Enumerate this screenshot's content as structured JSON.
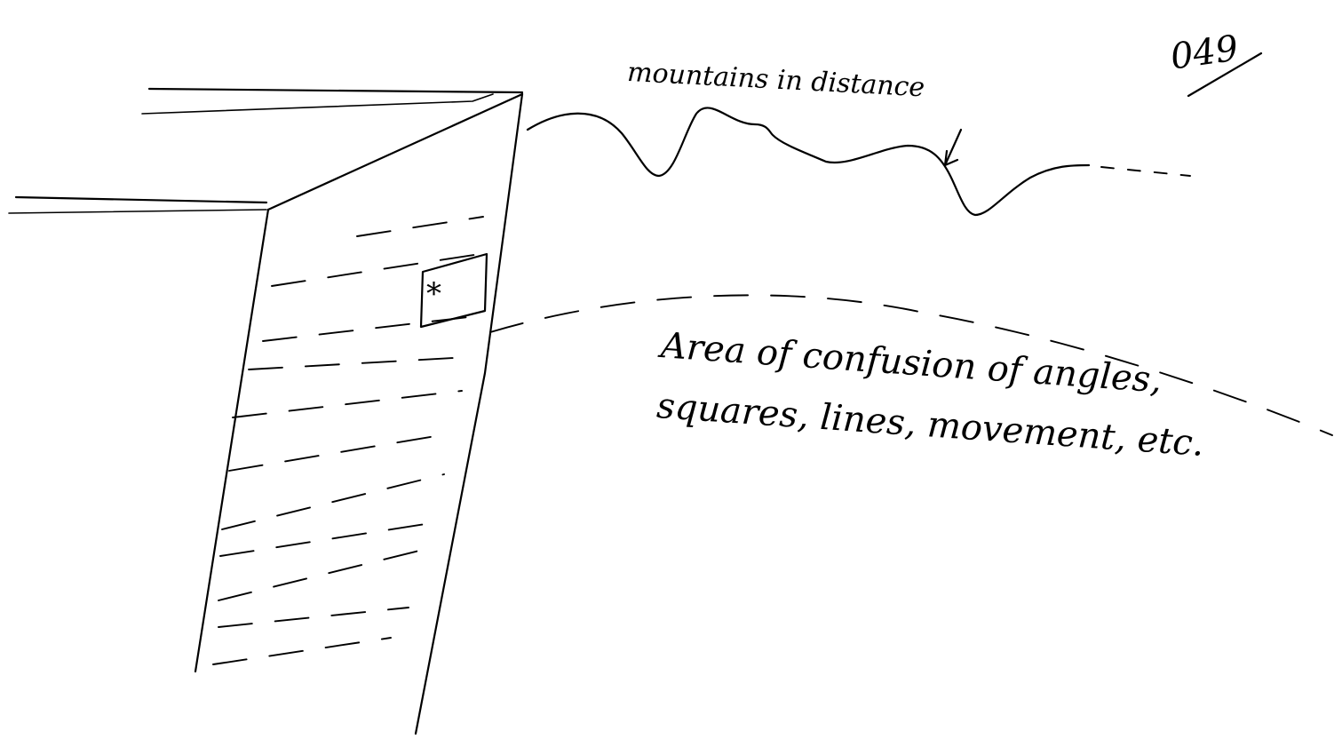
{
  "page_number": "049",
  "labels": {
    "mountains": "mountains in distance",
    "area_line1": "Area of confusion of angles,",
    "area_line2": "squares, lines, movement, etc."
  },
  "marker": "*"
}
